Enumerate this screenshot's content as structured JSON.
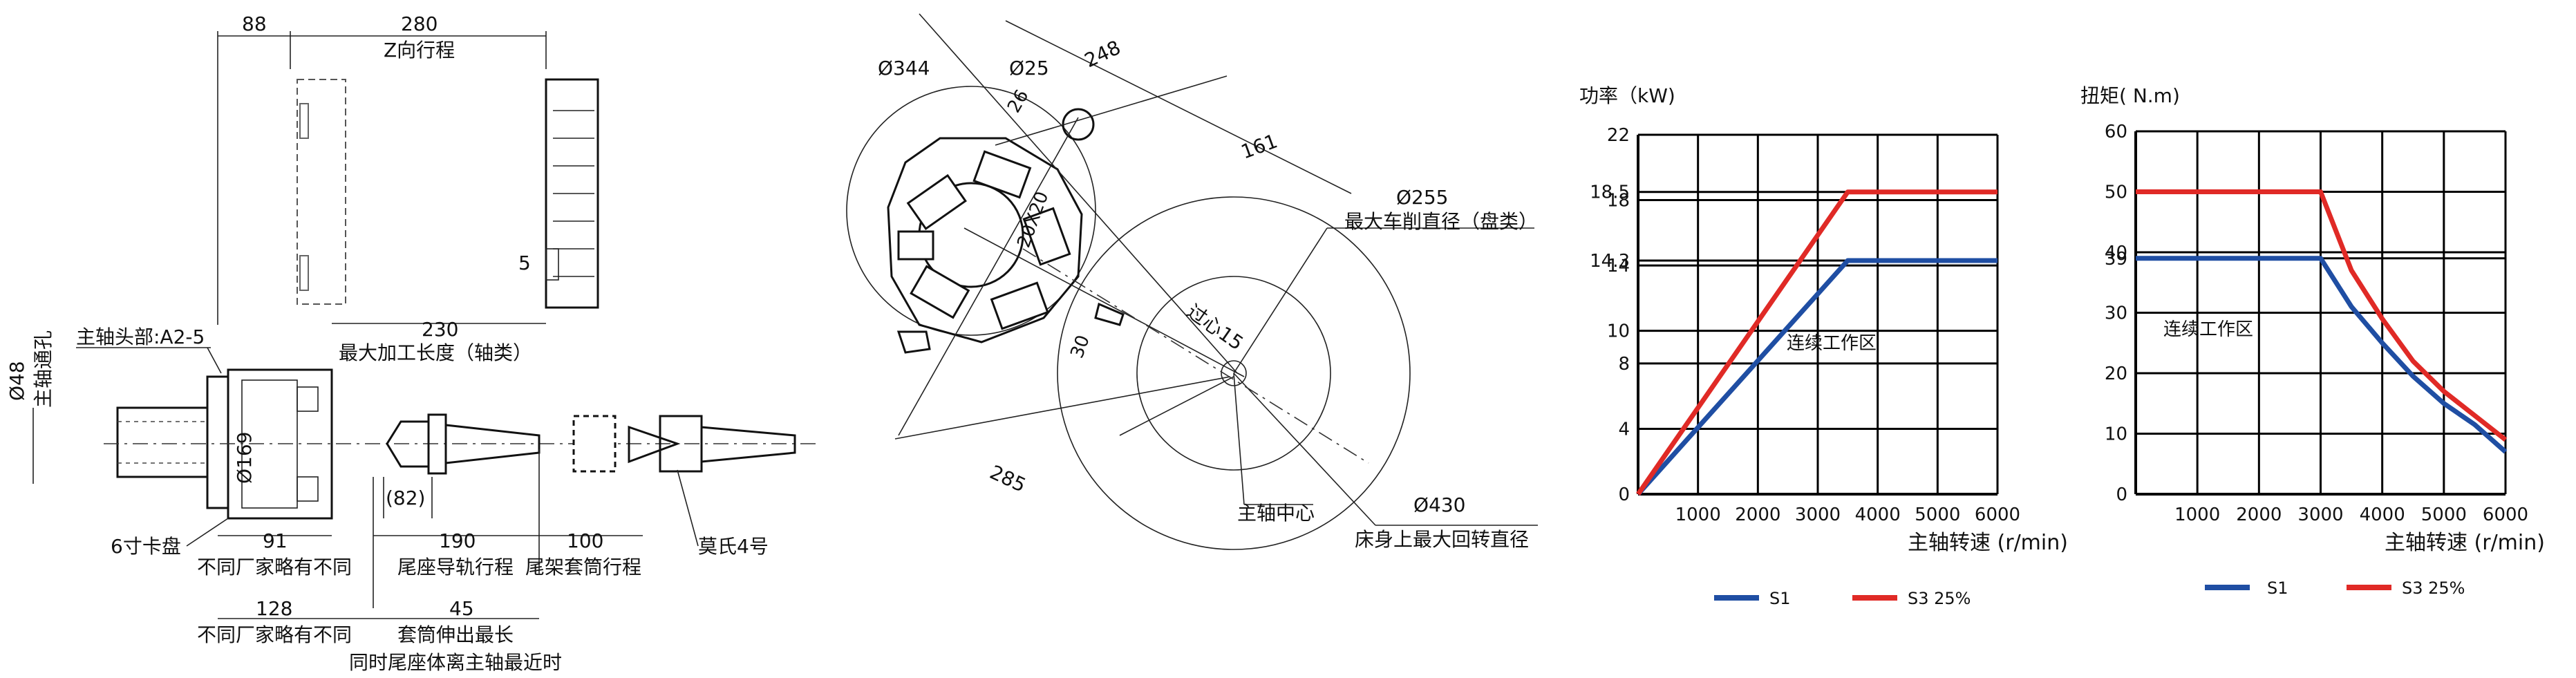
{
  "lathe": {
    "d_88": "88",
    "d_280": "280",
    "z_travel": "Z向行程",
    "d_5": "5",
    "d_230": "230",
    "max_turn_length": "最大加工长度（轴类）",
    "spindle_nose": "主轴头部:A2-5",
    "bore_dia": "Ø48",
    "bore_label": "主轴通孔",
    "chuck_dia": "Ø169",
    "d_82": "(82)",
    "chuck_label": "6寸卡盘",
    "d_91": "91",
    "d_190": "190",
    "d_100": "100",
    "morse": "莫氏4号",
    "vendor_note_1": "不同厂家略有不同",
    "tail_rail_travel": "尾座导轨行程",
    "quill_travel": "尾架套筒行程",
    "d_128": "128",
    "d_45": "45",
    "vendor_note_2": "不同厂家略有不同",
    "quill_ext": "套筒伸出最长",
    "tail_note": "同时尾座体离主轴最近时"
  },
  "turret": {
    "d_344": "Ø344",
    "d_25": "Ø25",
    "d_248": "248",
    "d_26": "26",
    "d_161": "161",
    "d_20x20": "20X20",
    "d_255": "Ø255",
    "max_disc": "最大车削直径（盘类）",
    "over_center": "过心15",
    "d_30": "30",
    "d_285": "285",
    "spindle_center": "主轴中心",
    "d_430": "Ø430",
    "max_swing": "床身上最大回转直径"
  },
  "chart_data": [
    {
      "type": "line",
      "ylabel": "功率（kW)",
      "xlabel": "主轴转速 (r/min)",
      "xlim": [
        0,
        6000
      ],
      "ylim": [
        0,
        22
      ],
      "x_ticks": [
        "1000",
        "2000",
        "3000",
        "4000",
        "5000",
        "6000"
      ],
      "y_ticks": [
        "0",
        "4",
        "8",
        "10",
        "14",
        "14.3",
        "18",
        "18.5",
        "22"
      ],
      "region_label": "连续工作区",
      "series": [
        {
          "name": "S1",
          "color": "#1f4ea3",
          "x": [
            0,
            3500,
            6000
          ],
          "y": [
            0,
            14.3,
            14.3
          ]
        },
        {
          "name": "S3 25%",
          "color": "#e02a26",
          "x": [
            0,
            3500,
            6000
          ],
          "y": [
            0,
            18.5,
            18.5
          ]
        }
      ],
      "grid": true,
      "legend": "bottom"
    },
    {
      "type": "line",
      "ylabel": "扭矩( N.m)",
      "xlabel": "主轴转速 (r/min)",
      "xlim": [
        0,
        6000
      ],
      "ylim": [
        0,
        60
      ],
      "x_ticks": [
        "1000",
        "2000",
        "3000",
        "4000",
        "5000",
        "6000"
      ],
      "y_ticks": [
        "0",
        "10",
        "20",
        "30",
        "39",
        "40",
        "50",
        "60"
      ],
      "region_label": "连续工作区",
      "series": [
        {
          "name": "S1",
          "color": "#1f4ea3",
          "x": [
            0,
            3000,
            3500,
            4000,
            4500,
            5000,
            5500,
            6000
          ],
          "y": [
            39,
            39,
            31,
            25,
            19.5,
            15,
            11.5,
            7
          ]
        },
        {
          "name": "S3 25%",
          "color": "#e02a26",
          "x": [
            0,
            3000,
            3500,
            4000,
            4500,
            5000,
            5500,
            6000
          ],
          "y": [
            50,
            50,
            37,
            29,
            22,
            17,
            13,
            9
          ]
        }
      ],
      "grid": true,
      "legend": "bottom"
    }
  ]
}
